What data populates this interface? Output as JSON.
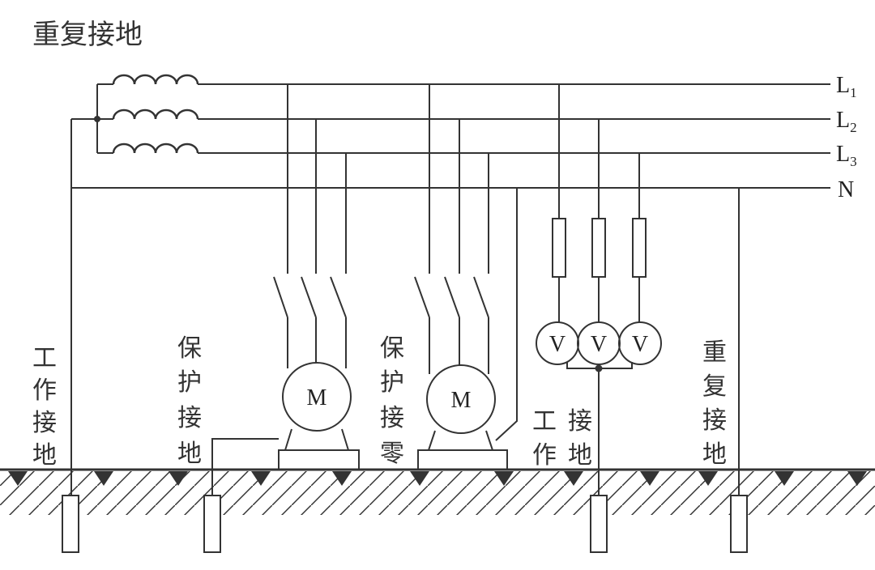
{
  "title": "重复接地",
  "buses": [
    {
      "main": "L",
      "sub": "1"
    },
    {
      "main": "L",
      "sub": "2"
    },
    {
      "main": "L",
      "sub": "3"
    },
    {
      "main": "N",
      "sub": ""
    }
  ],
  "labels": {
    "work_ground_left": [
      "工",
      "作",
      "接",
      "地"
    ],
    "protective_ground": [
      "保",
      "护",
      "接",
      "地"
    ],
    "protective_neutral": [
      "保",
      "护",
      "接",
      "零"
    ],
    "work_ground_mid_a": [
      "工",
      "作"
    ],
    "work_ground_mid_b": [
      "接",
      "地"
    ],
    "repeat_ground": [
      "重",
      "复",
      "接",
      "地"
    ]
  },
  "motors": [
    {
      "symbol": "M"
    },
    {
      "symbol": "M"
    }
  ],
  "voltmeters": [
    {
      "symbol": "V"
    },
    {
      "symbol": "V"
    },
    {
      "symbol": "V"
    }
  ]
}
